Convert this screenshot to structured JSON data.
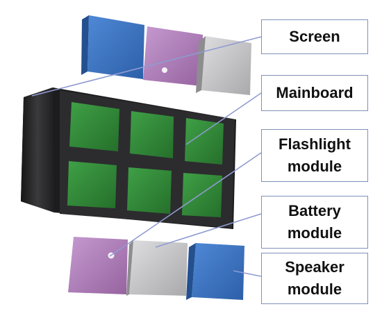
{
  "labels": {
    "screen": "Screen",
    "mainboard": "Mainboard",
    "flashlight_line1": "Flashlight",
    "flashlight_line2": "module",
    "battery_line1": "Battery",
    "battery_line2": "module",
    "speaker_line1": "Speaker",
    "speaker_line2": "module"
  },
  "colors": {
    "screen_blue": "#3a72c0",
    "module_purple": "#b07fbd",
    "module_gray": "#c9c9cb",
    "mainboard_frame": "#2a2a2c",
    "mainboard_cell": "#2e8b35",
    "leader_line": "#8f9bd0",
    "callout_border": "#7f8fb8"
  }
}
